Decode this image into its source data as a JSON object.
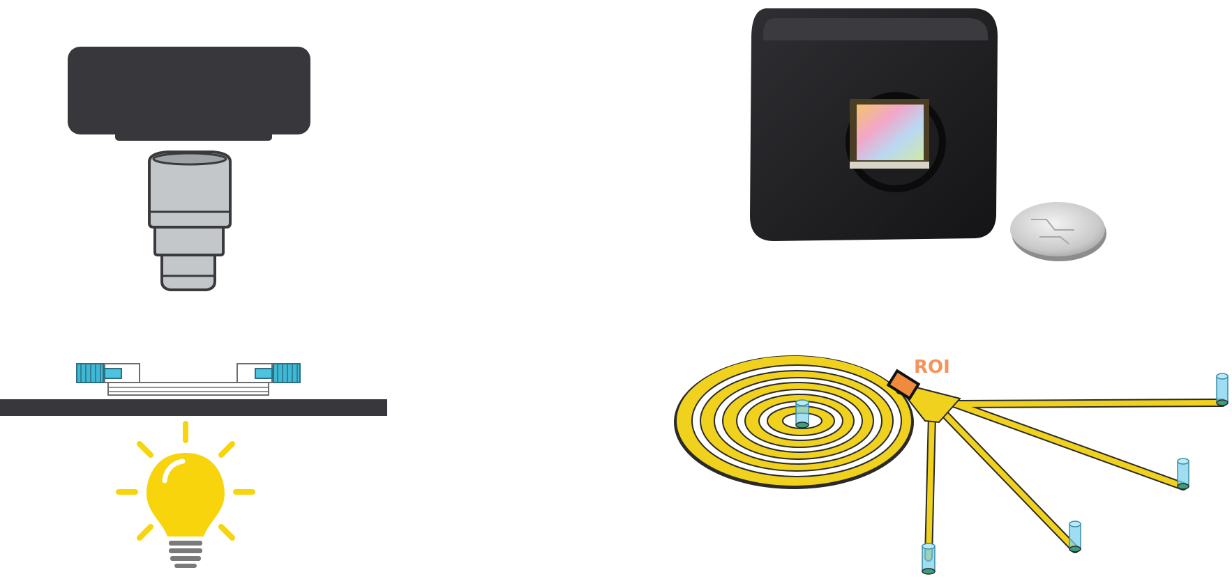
{
  "colors": {
    "background": "#ffffff",
    "camera_body": "#38373b",
    "camera_outline": "#2b2b2e",
    "objective": "#c4c7ca",
    "objective_outline": "#3a3a3d",
    "stage_plate": "#38373b",
    "fluid_line": "#3fb8d6",
    "connector": "#4ec3e0",
    "bulb": "#f7d40c",
    "bulb_base": "#7a7a7a",
    "real_camera": "#232326",
    "chip_channels": "#f0d21e",
    "chip_outline": "#2a2a2a",
    "roi_fill": "#f08a3c",
    "roi_label": "#f4935a",
    "port_tube": "#7fd3ee"
  },
  "icons": [
    "microscope-camera-icon",
    "objective-lens-icon",
    "microfluidic-chip-side-icon",
    "light-bulb-icon",
    "compact-camera-photo",
    "coin",
    "spiral-microfluidic-chip"
  ],
  "diagram": {
    "roi_label": "ROI"
  }
}
